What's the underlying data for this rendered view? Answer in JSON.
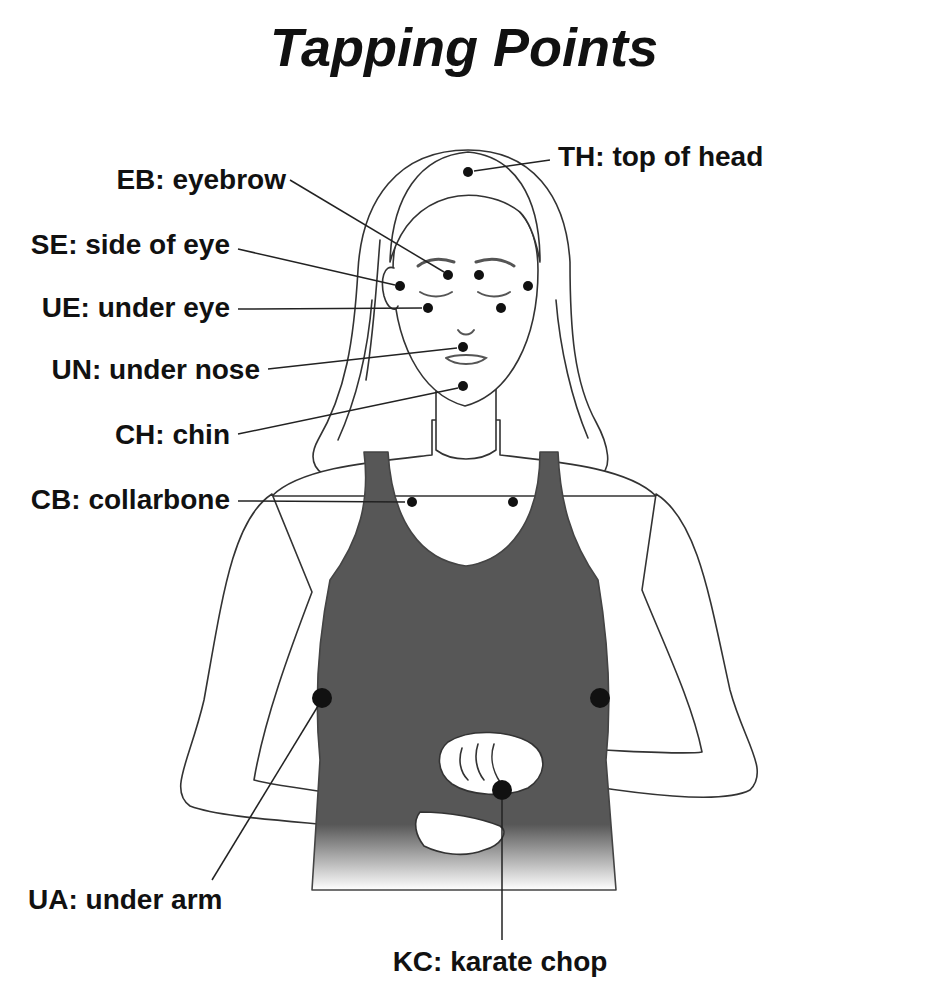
{
  "diagram": {
    "title": "Tapping Points",
    "labels": [
      "TH: top of head",
      "EB: eyebrow",
      "SE: side of eye",
      "UE: under eye",
      "UN: under nose",
      "CH: chin",
      "CB: collarbone",
      "UA: under arm",
      "KC: karate chop"
    ]
  }
}
